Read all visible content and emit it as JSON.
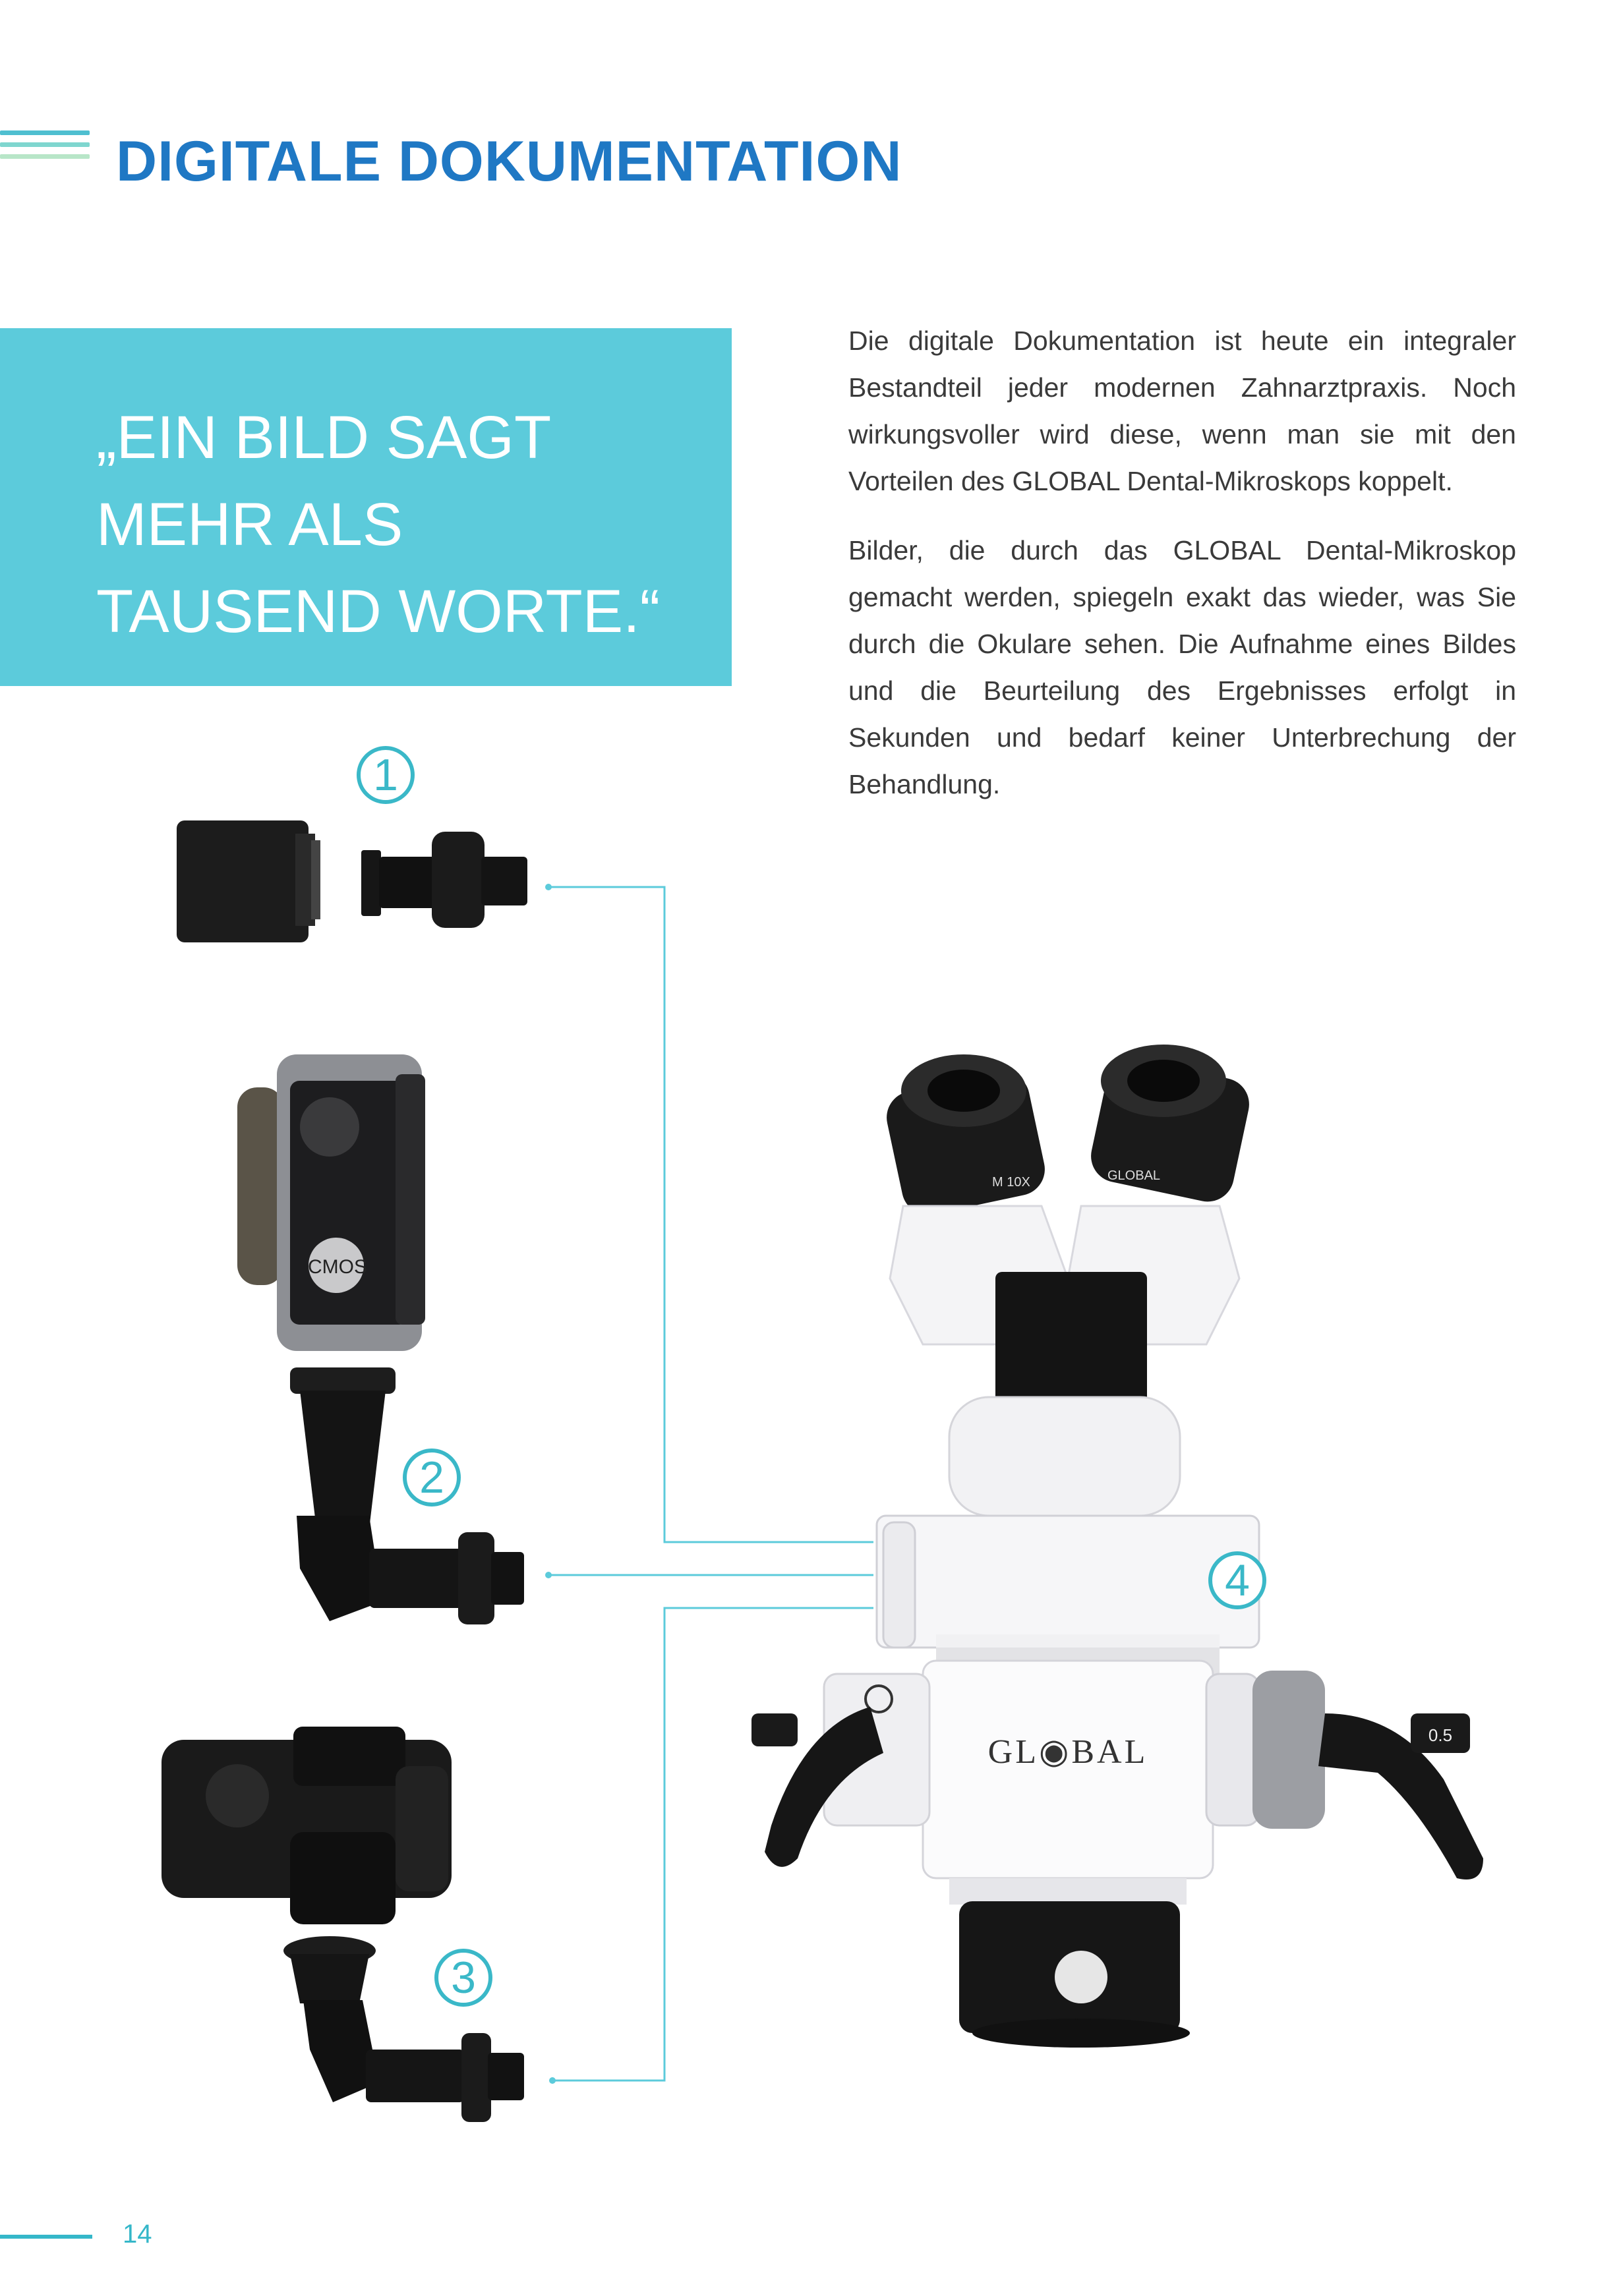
{
  "header": {
    "title": "DIGITALE DOKUMENTATION",
    "accent_colors": [
      "#4fbfd0",
      "#7fd6cf",
      "#b8e6c8"
    ]
  },
  "quote": {
    "text": "„EIN BILD SAGT\nMEHR ALS\nTAUSEND WORTE.“",
    "background": "#5ccbdb"
  },
  "body": {
    "paragraph1": "Die digitale Dokumentation ist heute ein integraler Bestandteil jeder modernen Zahnarztpraxis. Noch wirkungsvoller wird diese, wenn man sie mit den Vorteilen des GLOBAL Dental-Mikroskops koppelt.",
    "paragraph2": "Bilder, die durch das GLOBAL Dental-Mikroskop gemacht werden, spiegeln exakt das wieder, was Sie durch die Okulare sehen. Die Aufnahme eines Bildes und die Beurteilung des Ergebnisses erfolgt in Sekunden und bedarf keiner Unterbrechung der Behandlung."
  },
  "badges": {
    "one": "1",
    "two": "2",
    "three": "3",
    "four": "4"
  },
  "products": {
    "camcorder_label": "CMOS",
    "microscope_brand": "GL◉BAL",
    "eyepiece_label_left": "M 10X",
    "eyepiece_label_right": "GLOBAL",
    "handle_label": "0.5"
  },
  "footer": {
    "page_number": "14"
  }
}
